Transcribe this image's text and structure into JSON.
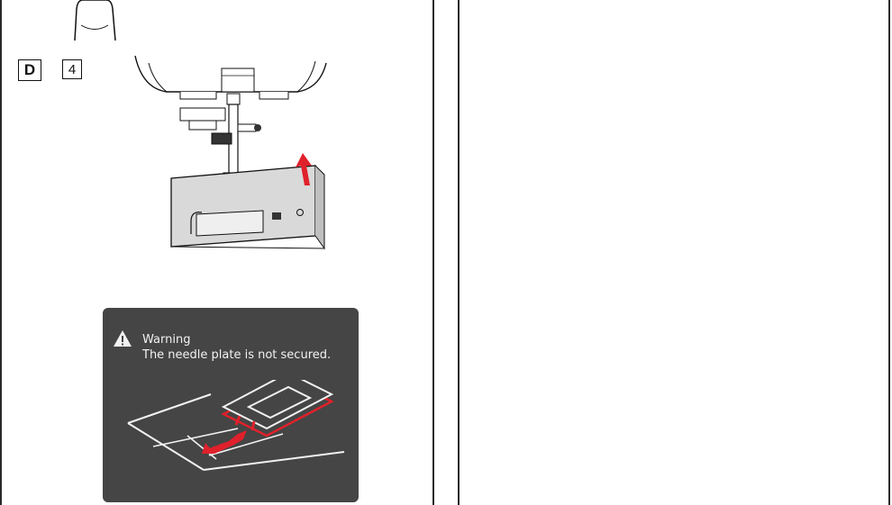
{
  "steps": {
    "letter": "D",
    "number": "4"
  },
  "warning": {
    "title": "Warning",
    "message": "The needle plate is not secured."
  },
  "icons": {
    "warning": "warning-triangle-icon"
  },
  "colors": {
    "panel_background": "#454545",
    "accent_red": "#e0212b",
    "panel_text": "#f2f2f2"
  }
}
